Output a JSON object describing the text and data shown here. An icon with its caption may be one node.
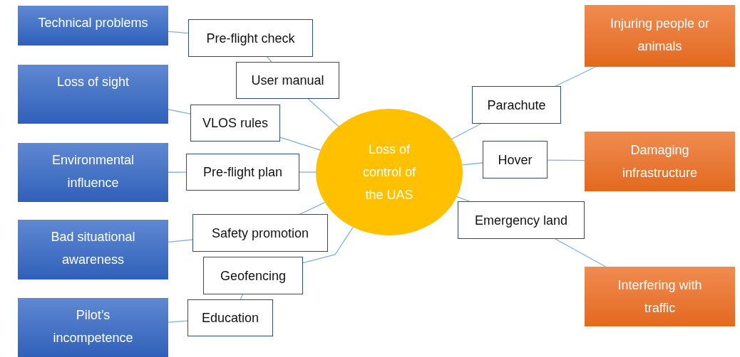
{
  "diagram": {
    "nodes": [
      {
        "text": [
          "Technical problems"
        ]
      },
      {
        "text": [
          "Pre-flight check"
        ]
      },
      {
        "text": [
          "User manual"
        ]
      },
      {
        "text": [
          "Loss of sight"
        ]
      },
      {
        "text": [
          "VLOS rules"
        ]
      },
      {
        "text": [
          "Environmental influence"
        ]
      },
      {
        "text": [
          "Pre-flight plan"
        ]
      },
      {
        "text": [
          "Loss of control of the UAS"
        ]
      },
      {
        "text": [
          "Bad situational awareness"
        ]
      },
      {
        "text": [
          "Safety promotion"
        ]
      },
      {
        "text": [
          "Geofencing"
        ]
      },
      {
        "text": [
          "Pilot’s incompetence"
        ]
      },
      {
        "text": [
          "Education"
        ]
      },
      {
        "text": [
          "Injuring people or animals"
        ]
      },
      {
        "text": [
          "Parachute"
        ]
      },
      {
        "text": [
          "Hover"
        ]
      },
      {
        "text": [
          "Damaging infrastructure"
        ]
      },
      {
        "text": [
          "Emergency land"
        ]
      },
      {
        "text": [
          "Interfering with traffic"
        ]
      }
    ],
    "edges": [
      {
        "from": 0,
        "to": 1,
        "arrow": "none"
      },
      {
        "from": 1,
        "to": 2,
        "arrow": "none"
      },
      {
        "from": 2,
        "to": 7,
        "arrow": "none"
      },
      {
        "from": 3,
        "to": 4,
        "arrow": "none"
      },
      {
        "from": 4,
        "to": 7,
        "arrow": "none"
      },
      {
        "from": 5,
        "to": 6,
        "arrow": "none"
      },
      {
        "from": 6,
        "to": 7,
        "arrow": "none"
      },
      {
        "from": 8,
        "to": 9,
        "arrow": "none"
      },
      {
        "from": 9,
        "to": 7,
        "arrow": "none"
      },
      {
        "from": 11,
        "to": 12,
        "arrow": "none"
      },
      {
        "from": 12,
        "to": 10,
        "arrow": "none"
      },
      {
        "from": 10,
        "to": 7,
        "arrow": "none"
      },
      {
        "from": 7,
        "to": 14,
        "arrow": "none"
      },
      {
        "from": 14,
        "to": 13,
        "arrow": "none"
      },
      {
        "from": 7,
        "to": 15,
        "arrow": "none"
      },
      {
        "from": 15,
        "to": 16,
        "arrow": "none"
      },
      {
        "from": 7,
        "to": 17,
        "arrow": "none"
      },
      {
        "from": 17,
        "to": 18,
        "arrow": "none"
      }
    ]
  }
}
